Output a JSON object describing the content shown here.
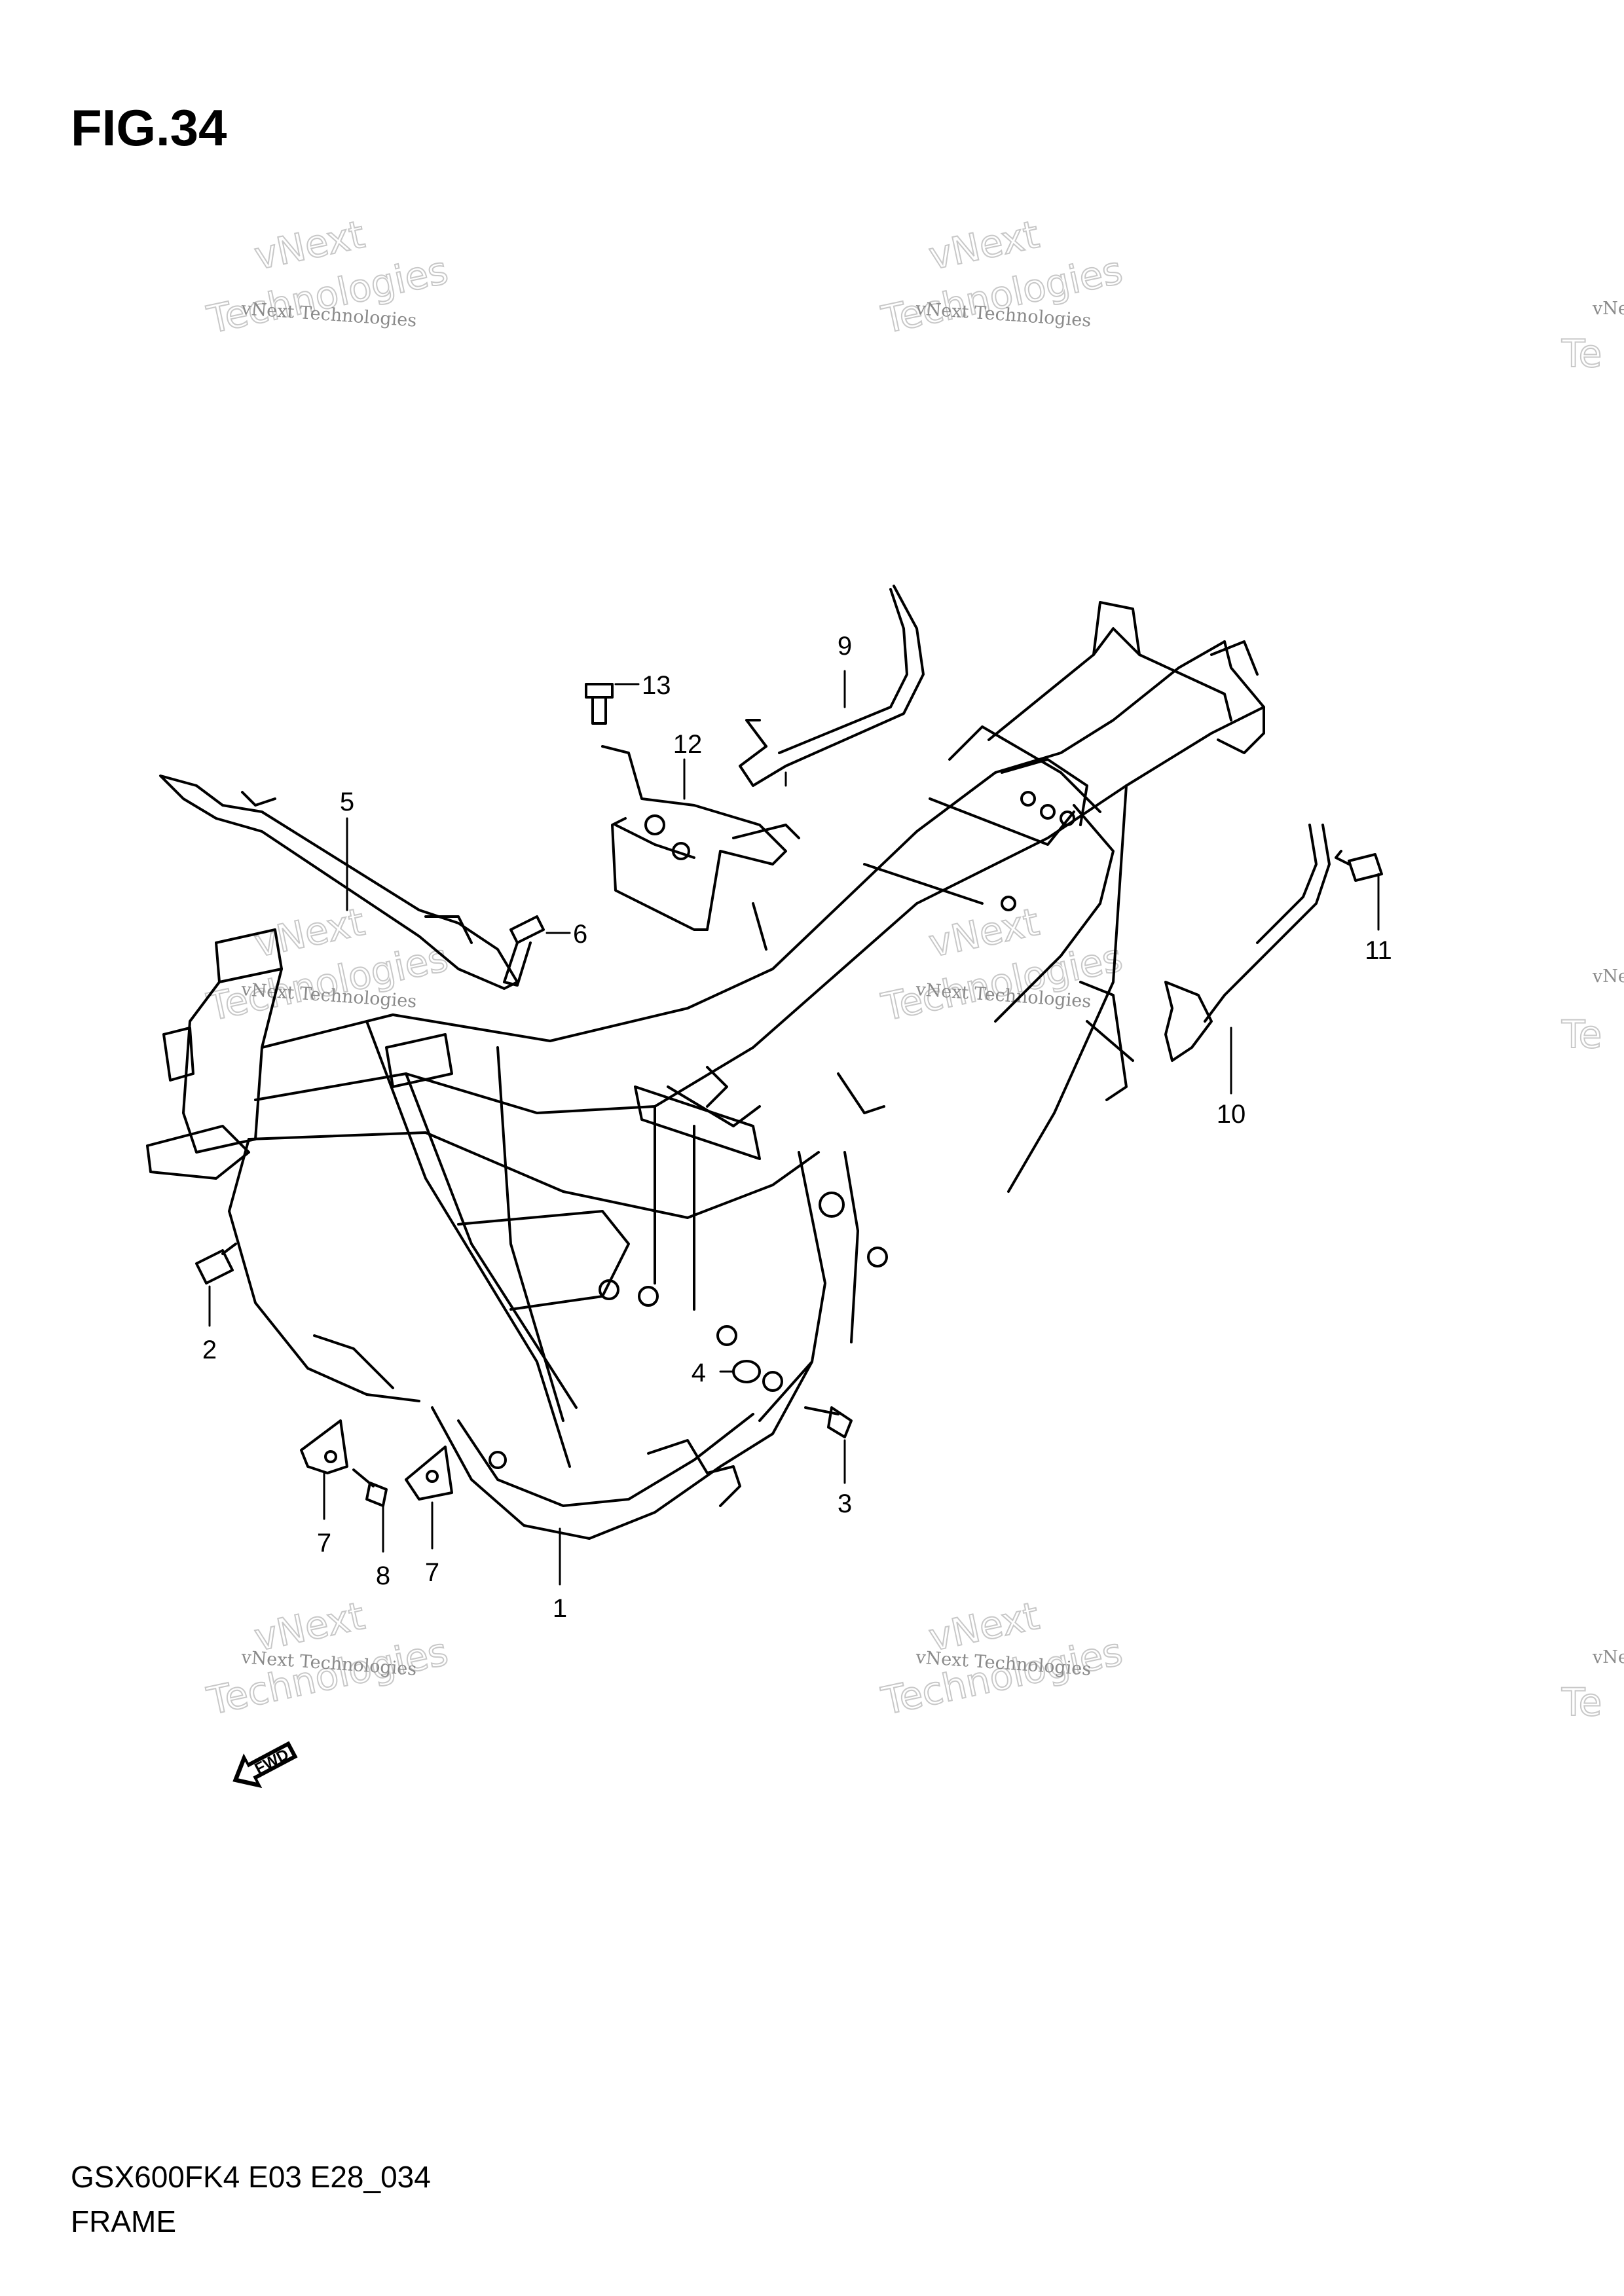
{
  "figure": {
    "title": "FIG.34",
    "model_code": "GSX600FK4 E03 E28_034",
    "section_name": "FRAME",
    "fwd_label": "FWD"
  },
  "watermark": {
    "line_small": "vNext Technologies",
    "line_big_1": "vNext",
    "line_big_2": "Technologies"
  },
  "callouts": [
    "1",
    "2",
    "3",
    "4",
    "5",
    "6",
    "7",
    "8",
    "7",
    "9",
    "10",
    "11",
    "12",
    "13"
  ]
}
